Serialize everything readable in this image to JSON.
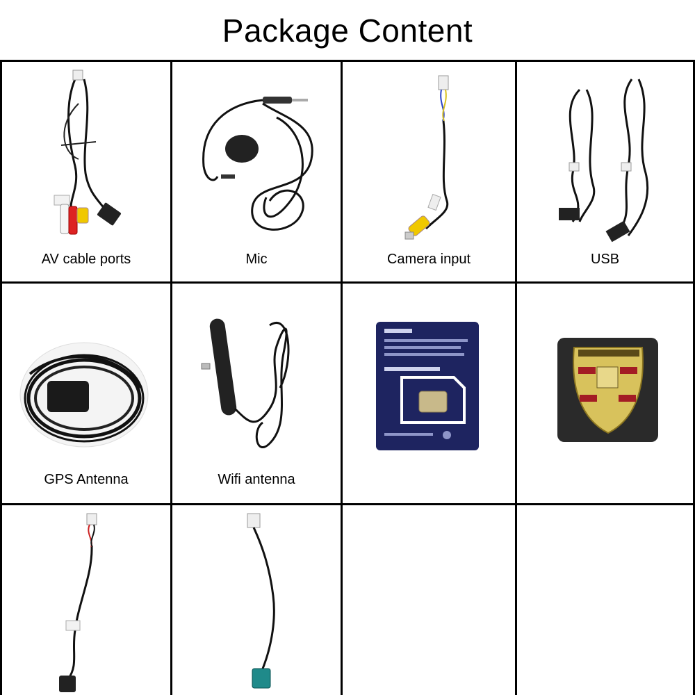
{
  "page": {
    "title": "Package Content"
  },
  "items": [
    {
      "label": "AV cable ports",
      "icon": "av-cable-icon"
    },
    {
      "label": "Mic",
      "icon": "microphone-icon"
    },
    {
      "label": "Camera input",
      "icon": "camera-cable-icon"
    },
    {
      "label": "USB",
      "icon": "usb-cable-icon"
    },
    {
      "label": "GPS Antenna",
      "icon": "gps-antenna-icon"
    },
    {
      "label": "Wifi antenna",
      "icon": "wifi-antenna-icon"
    },
    {
      "label": "",
      "icon": "sim-card-icon"
    },
    {
      "label": "",
      "icon": "car-badge-icon"
    },
    {
      "label": "",
      "icon": "power-cable-icon"
    },
    {
      "label": "",
      "icon": "fakra-cable-icon"
    },
    {
      "label": "",
      "icon": ""
    },
    {
      "label": "",
      "icon": ""
    }
  ]
}
